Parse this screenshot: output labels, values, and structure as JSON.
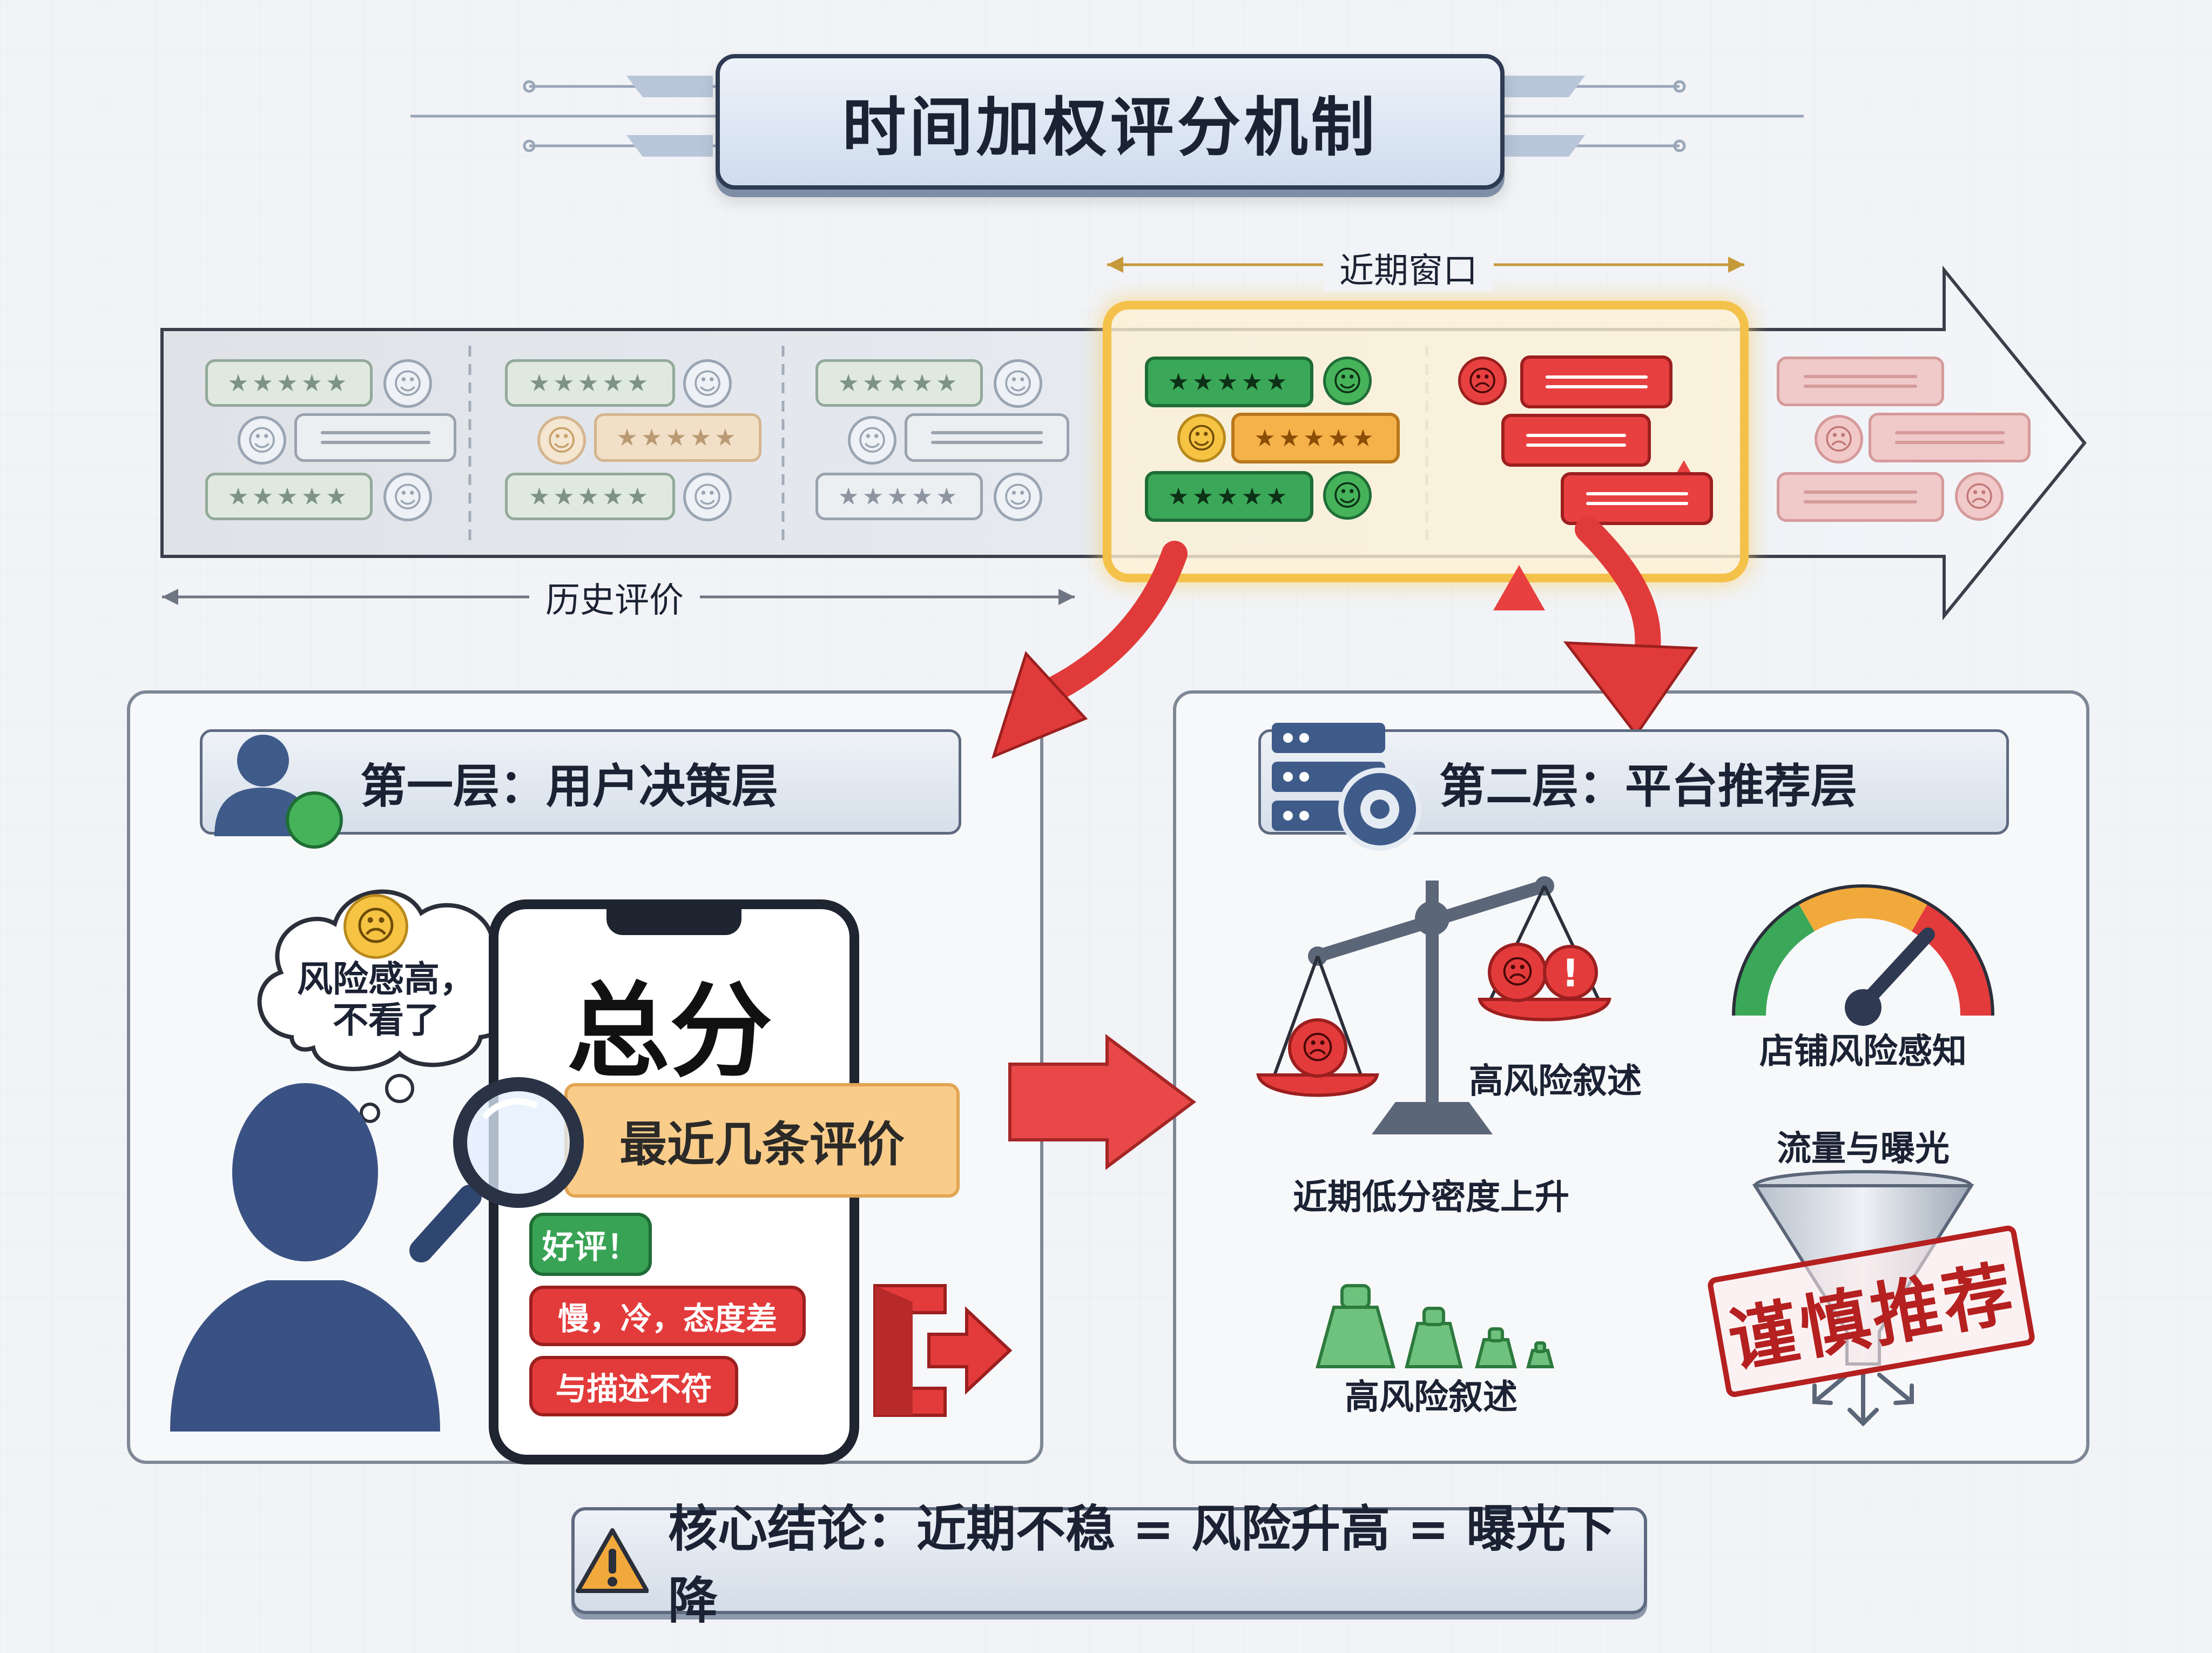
{
  "title": "时间加权评分机制",
  "timeline": {
    "recent_window_label": "近期窗口",
    "history_label": "历史评价",
    "history_star_glyphs": "★★★★★",
    "recent_star_glyphs": "★★★★★",
    "face_happy": "☺",
    "face_neutral": "☺",
    "face_sad": "☹"
  },
  "layer1": {
    "title": "第一层：用户决策层",
    "thought_line1": "风险感高，",
    "thought_line2": "不看了",
    "phone_total": "总分",
    "recent_reviews": "最近几条评价",
    "good_review": "好评！",
    "bad_review1": "慢，冷，态度差",
    "bad_review2": "与描述不符"
  },
  "layer2": {
    "title": "第二层：平台推荐层",
    "scale_right_label": "高风险叙述",
    "scale_bottom_label": "近期低分密度上升",
    "gauge_label": "店铺风险感知",
    "traffic_label": "流量与曝光",
    "stamp_text": "谨慎推荐",
    "weights_label": "高风险叙述"
  },
  "conclusion": {
    "text": "核心结论：近期不稳 = 风险升高 = 曝光下降"
  },
  "colors": {
    "positive": "#3aa858",
    "neutral": "#f6b24a",
    "negative": "#e84040",
    "window_glow": "#f4c24a",
    "navy": "#3a5283"
  }
}
